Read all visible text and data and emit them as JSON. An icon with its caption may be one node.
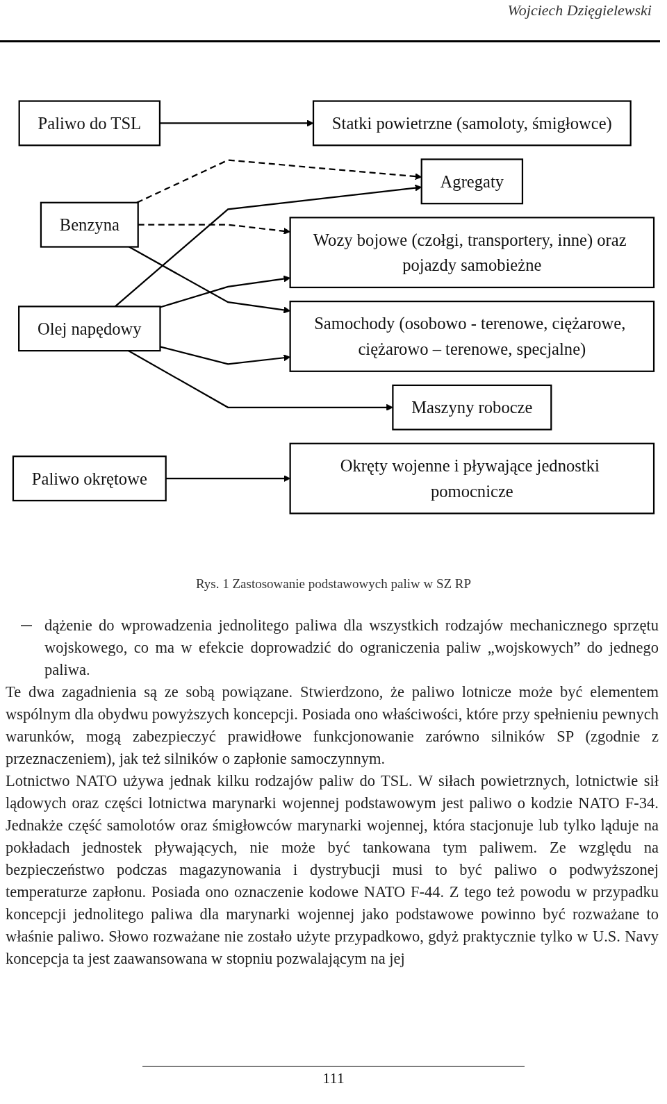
{
  "diagram": {
    "caption": "Rys. 1 Zastosowanie podstawowych paliw w SZ RP",
    "nodes": [
      {
        "text": [
          "Paliwo do TSL"
        ]
      },
      {
        "text": [
          "Benzyna"
        ]
      },
      {
        "text": [
          "Olej napędowy"
        ]
      },
      {
        "text": [
          "Paliwo okrętowe"
        ]
      },
      {
        "text": [
          "Statki powietrzne (samoloty, śmigłowce)"
        ]
      },
      {
        "text": [
          "Agregaty"
        ]
      },
      {
        "text": [
          "Wozy bojowe (czołgi, transportery, inne) oraz pojazdy samobieżne"
        ]
      },
      {
        "text": [
          "Maszyny robocze"
        ]
      },
      {
        "text": [
          "Samochody (osobowo - terenowe, ciężarowe, ciężarowo – terenowe, specjalne)"
        ]
      },
      {
        "text": [
          "Okręty wojenne i pływające jednostki pomocnicze"
        ]
      }
    ],
    "edges": [
      {
        "from": 0,
        "to": 4,
        "arrow": "to"
      },
      {
        "from": 1,
        "to": 5,
        "arrow": "to",
        "style": "dashed"
      },
      {
        "from": 1,
        "to": 6,
        "arrow": "to",
        "style": "dashed"
      },
      {
        "from": 1,
        "to": 8,
        "arrow": "to"
      },
      {
        "from": 2,
        "to": 5,
        "arrow": "to"
      },
      {
        "from": 2,
        "to": 6,
        "arrow": "to"
      },
      {
        "from": 2,
        "to": 7,
        "arrow": "to"
      },
      {
        "from": 2,
        "to": 8,
        "arrow": "to"
      },
      {
        "from": 3,
        "to": 9,
        "arrow": "to"
      }
    ],
    "labels": [
      "Wojciech Dzięgielewski",
      "dążenie do wprowadzenia jednolitego paliwa dla wszystkich rodzajów mechanicznego sprzętu wojskowego, co ma w efekcie doprowadzić do ograniczenia paliw „wojskowych” do jednego paliwa.",
      "Te dwa zagadnienia są ze sobą powiązane. Stwierdzono, że paliwo lotnicze może być elementem wspólnym dla obydwu powyższych koncepcji. Posiada ono właściwości, które przy spełnieniu pewnych warunków, mogą zabezpieczyć prawidłowe funkcjonowanie zarówno silników SP (zgodnie z przeznaczeniem), jak też silników o zapłonie samoczynnym.",
      "Lotnictwo NATO używa jednak kilku rodzajów paliw do TSL. W siłach powietrznych, lotnictwie sił lądowych oraz części lotnictwa marynarki wojennej podstawowym jest paliwo o kodzie NATO F-34. Jednakże część samolotów oraz śmigłowców marynarki wojennej, która stacjonuje lub tylko ląduje na pokładach jednostek pływających, nie może być tankowana tym paliwem. Ze względu na bezpieczeństwo podczas magazynowania i dystrybucji musi to być paliwo o podwyższonej temperaturze zapłonu. Posiada ono oznaczenie kodowe NATO F-44. Z tego też powodu w przypadku koncepcji jednolitego paliwa dla marynarki wojennej jako podstawowe powinno być rozważane to właśnie paliwo. Słowo rozważane nie zostało użyte przypadkowo, gdyż praktycznie tylko w U.S. Navy koncepcja ta jest zaawansowana w stopniu pozwalającym na jej",
      "111"
    ]
  }
}
